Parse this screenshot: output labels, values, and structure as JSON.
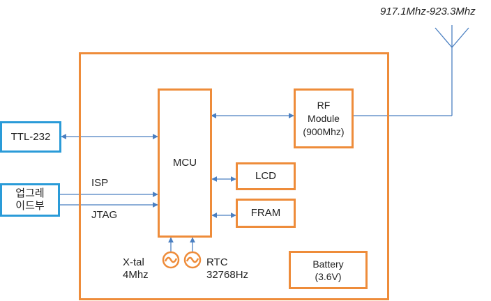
{
  "antenna": {
    "frequency_label": "917.1Mhz-923.3Mhz"
  },
  "mcu": {
    "label": "MCU"
  },
  "rf_module": {
    "line1": "RF",
    "line2": "Module",
    "line3": "(900Mhz)"
  },
  "lcd": {
    "label": "LCD"
  },
  "fram": {
    "label": "FRAM"
  },
  "battery": {
    "line1": "Battery",
    "line2": "(3.6V)"
  },
  "ttl": {
    "label": "TTL-232"
  },
  "upgrade": {
    "line1": "업그레",
    "line2": "이드부"
  },
  "isp": {
    "label": "ISP"
  },
  "jtag": {
    "label": "JTAG"
  },
  "xtal": {
    "line1": "X-tal",
    "line2": "4Mhz"
  },
  "rtc": {
    "line1": "RTC",
    "line2": "32768Hz"
  },
  "colors": {
    "block_border": "#ee8c3a",
    "external_border": "#2a9bd8",
    "wire": "#4a7fc1"
  }
}
